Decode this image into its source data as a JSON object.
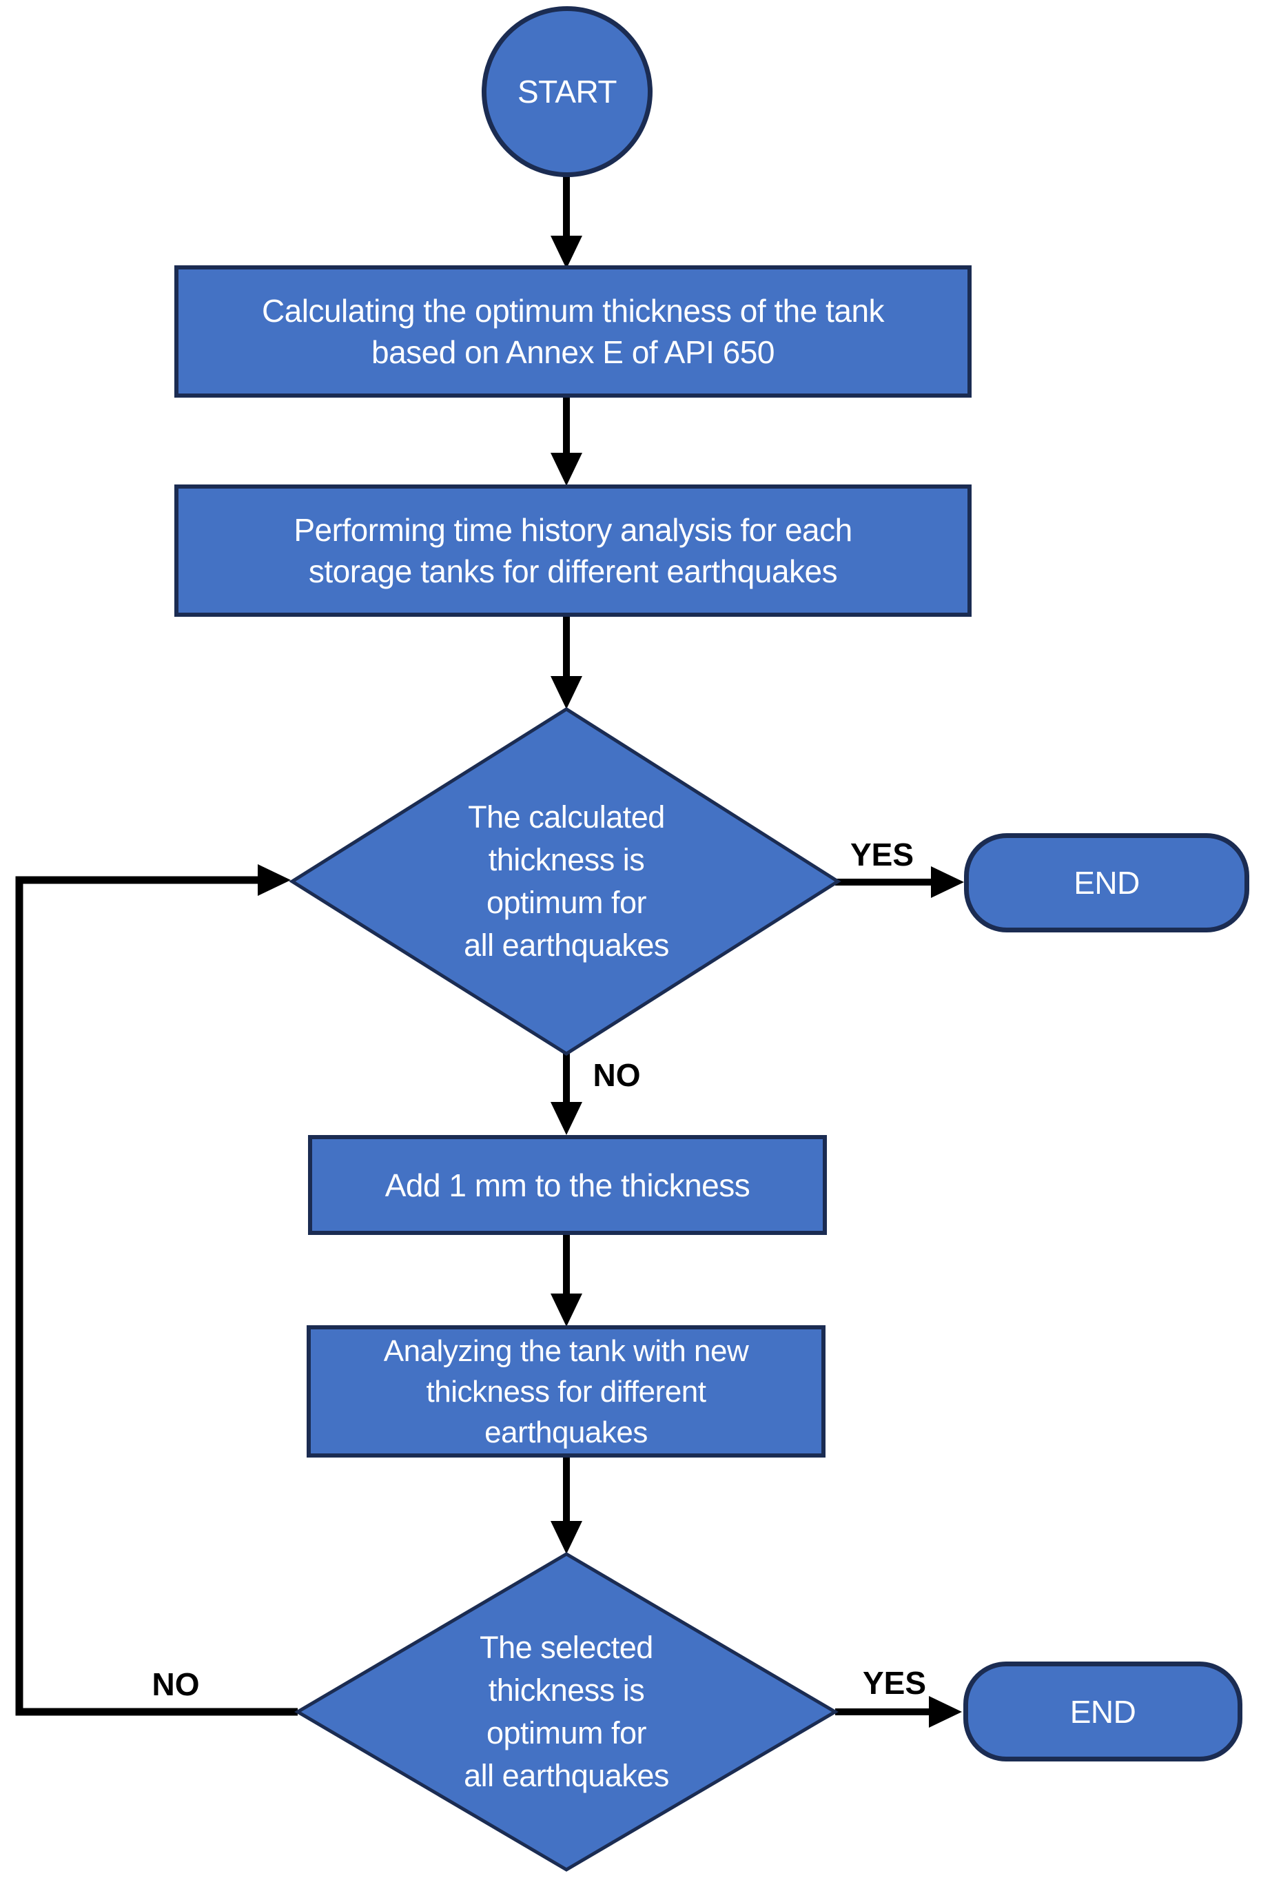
{
  "flowchart": {
    "start": {
      "label": "START"
    },
    "step_calc_thickness": {
      "lines": [
        "Calculating the optimum thickness of the tank",
        "based on Annex E of API 650"
      ]
    },
    "step_time_history": {
      "lines": [
        "Performing time history analysis for each",
        "storage tanks for different earthquakes"
      ]
    },
    "decision_calculated": {
      "lines": [
        "The calculated",
        "thickness is",
        "optimum for",
        "all earthquakes"
      ]
    },
    "step_add_1mm": {
      "lines": [
        "Add 1 mm to the thickness"
      ]
    },
    "step_analyze_new": {
      "lines": [
        "Analyzing the tank with new",
        "thickness for different",
        "earthquakes"
      ]
    },
    "decision_selected": {
      "lines": [
        "The selected",
        "thickness is",
        "optimum for",
        "all earthquakes"
      ]
    },
    "end_top": {
      "label": "END"
    },
    "end_bottom": {
      "label": "END"
    },
    "branch_labels": {
      "yes_top": "YES",
      "no_top": "NO",
      "yes_bottom": "YES",
      "no_bottom": "NO"
    },
    "colors": {
      "node_fill": "#4472c4",
      "node_border": "#1b2c52",
      "connector": "#000000",
      "node_text": "#ffffff",
      "label_text": "#000000",
      "canvas_bg": "#ffffff"
    }
  }
}
